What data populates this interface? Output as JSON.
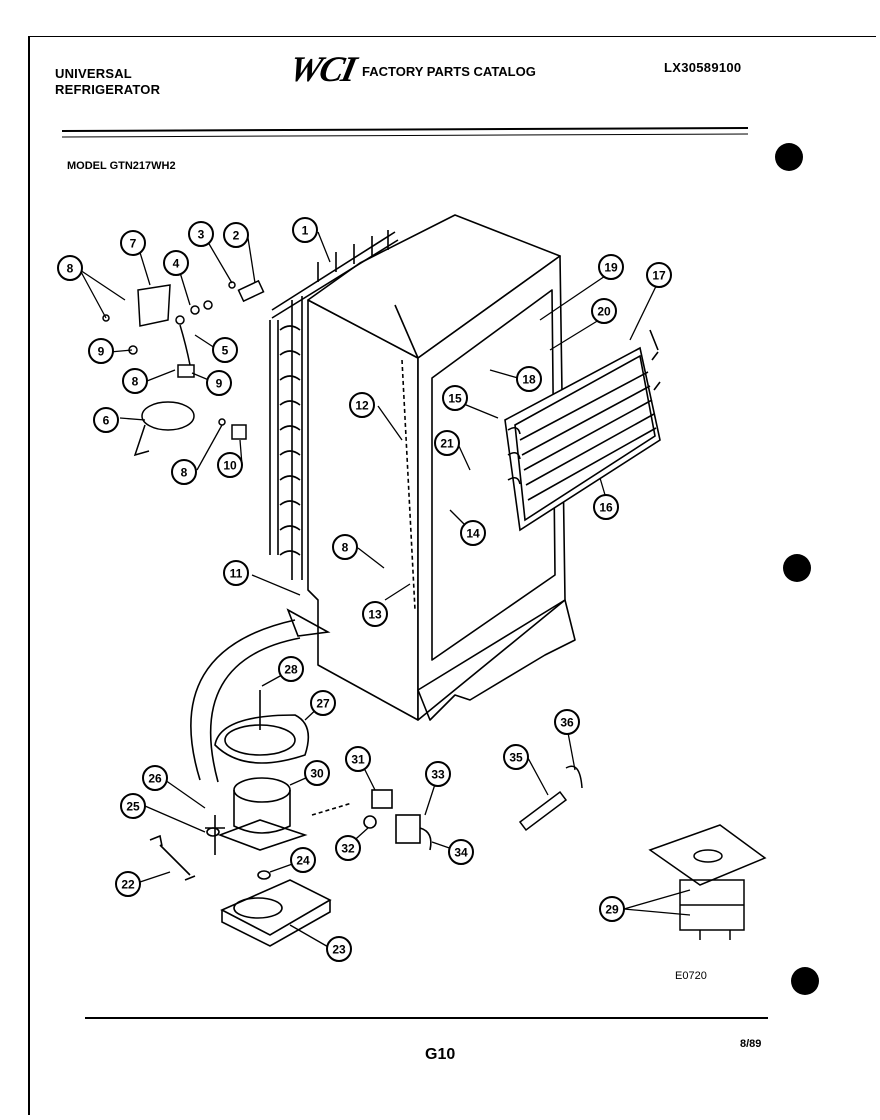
{
  "header": {
    "brand_line1": "UNIVERSAL",
    "brand_line2": "REFRIGERATOR",
    "logo_text": "WCI",
    "catalog_title": "FACTORY PARTS CATALOG",
    "catalog_number": "LX30589100"
  },
  "model_label": "MODEL GTN217WH2",
  "diagram_code": "E0720",
  "footer": {
    "page_number": "G10",
    "date": "8/89"
  },
  "callouts": [
    "1",
    "2",
    "3",
    "4",
    "5",
    "6",
    "7",
    "8",
    "9",
    "10",
    "11",
    "12",
    "13",
    "14",
    "15",
    "16",
    "17",
    "18",
    "19",
    "20",
    "21",
    "22",
    "23",
    "24",
    "25",
    "26",
    "27",
    "28",
    "29",
    "30",
    "31",
    "32",
    "33",
    "34",
    "35",
    "36"
  ],
  "colors": {
    "ink": "#000000",
    "paper": "#ffffff"
  }
}
